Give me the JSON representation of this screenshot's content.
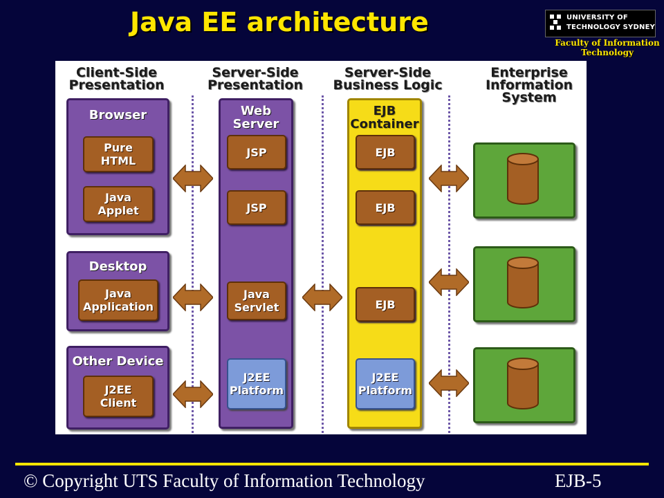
{
  "slide": {
    "title": "Java EE architecture",
    "logo_line1": "UNIVERSITY OF",
    "logo_line2": "TECHNOLOGY SYDNEY",
    "faculty_line1": "Faculty of Information",
    "faculty_line2": "Technology",
    "footer_copyright": "© Copyright UTS Faculty of Information Technology",
    "footer_slide_number": "EJB-5"
  },
  "colors": {
    "background": "#05053a",
    "title": "#ffe600",
    "purple_panel": "#7c52a6",
    "yellow_panel": "#f6dc18",
    "green_panel": "#5ea63a",
    "component": "#a45f24",
    "platform": "#7d9bd9"
  },
  "diagram": {
    "tiers": [
      {
        "line1": "Client-Side",
        "line2": "Presentation"
      },
      {
        "line1": "Server-Side",
        "line2": "Presentation"
      },
      {
        "line1": "Server-Side",
        "line2": "Business Logic"
      },
      {
        "line1": "Enterprise",
        "line2": "Information",
        "line3": "System"
      }
    ],
    "clients": [
      {
        "title": "Browser",
        "components": [
          [
            "Pure",
            "HTML"
          ],
          [
            "Java",
            "Applet"
          ]
        ]
      },
      {
        "title": "Desktop",
        "components": [
          [
            "Java",
            "Application"
          ]
        ]
      },
      {
        "title": "Other Device",
        "components": [
          [
            "J2EE",
            "Client"
          ]
        ]
      }
    ],
    "web_server": {
      "title_line1": "Web",
      "title_line2": "Server",
      "components": [
        [
          "JSP"
        ],
        [
          "JSP"
        ],
        [
          "Java",
          "Servlet"
        ]
      ],
      "platform": [
        "J2EE",
        "Platform"
      ]
    },
    "ejb_container": {
      "title_line1": "EJB",
      "title_line2": "Container",
      "components": [
        [
          "EJB"
        ],
        [
          "EJB"
        ],
        [
          "EJB"
        ]
      ],
      "platform": [
        "J2EE",
        "Platform"
      ]
    },
    "eis": {
      "database_icon": "database-cylinder-icon",
      "count": 3
    },
    "connector_icon": "double-headed-arrow-icon"
  }
}
